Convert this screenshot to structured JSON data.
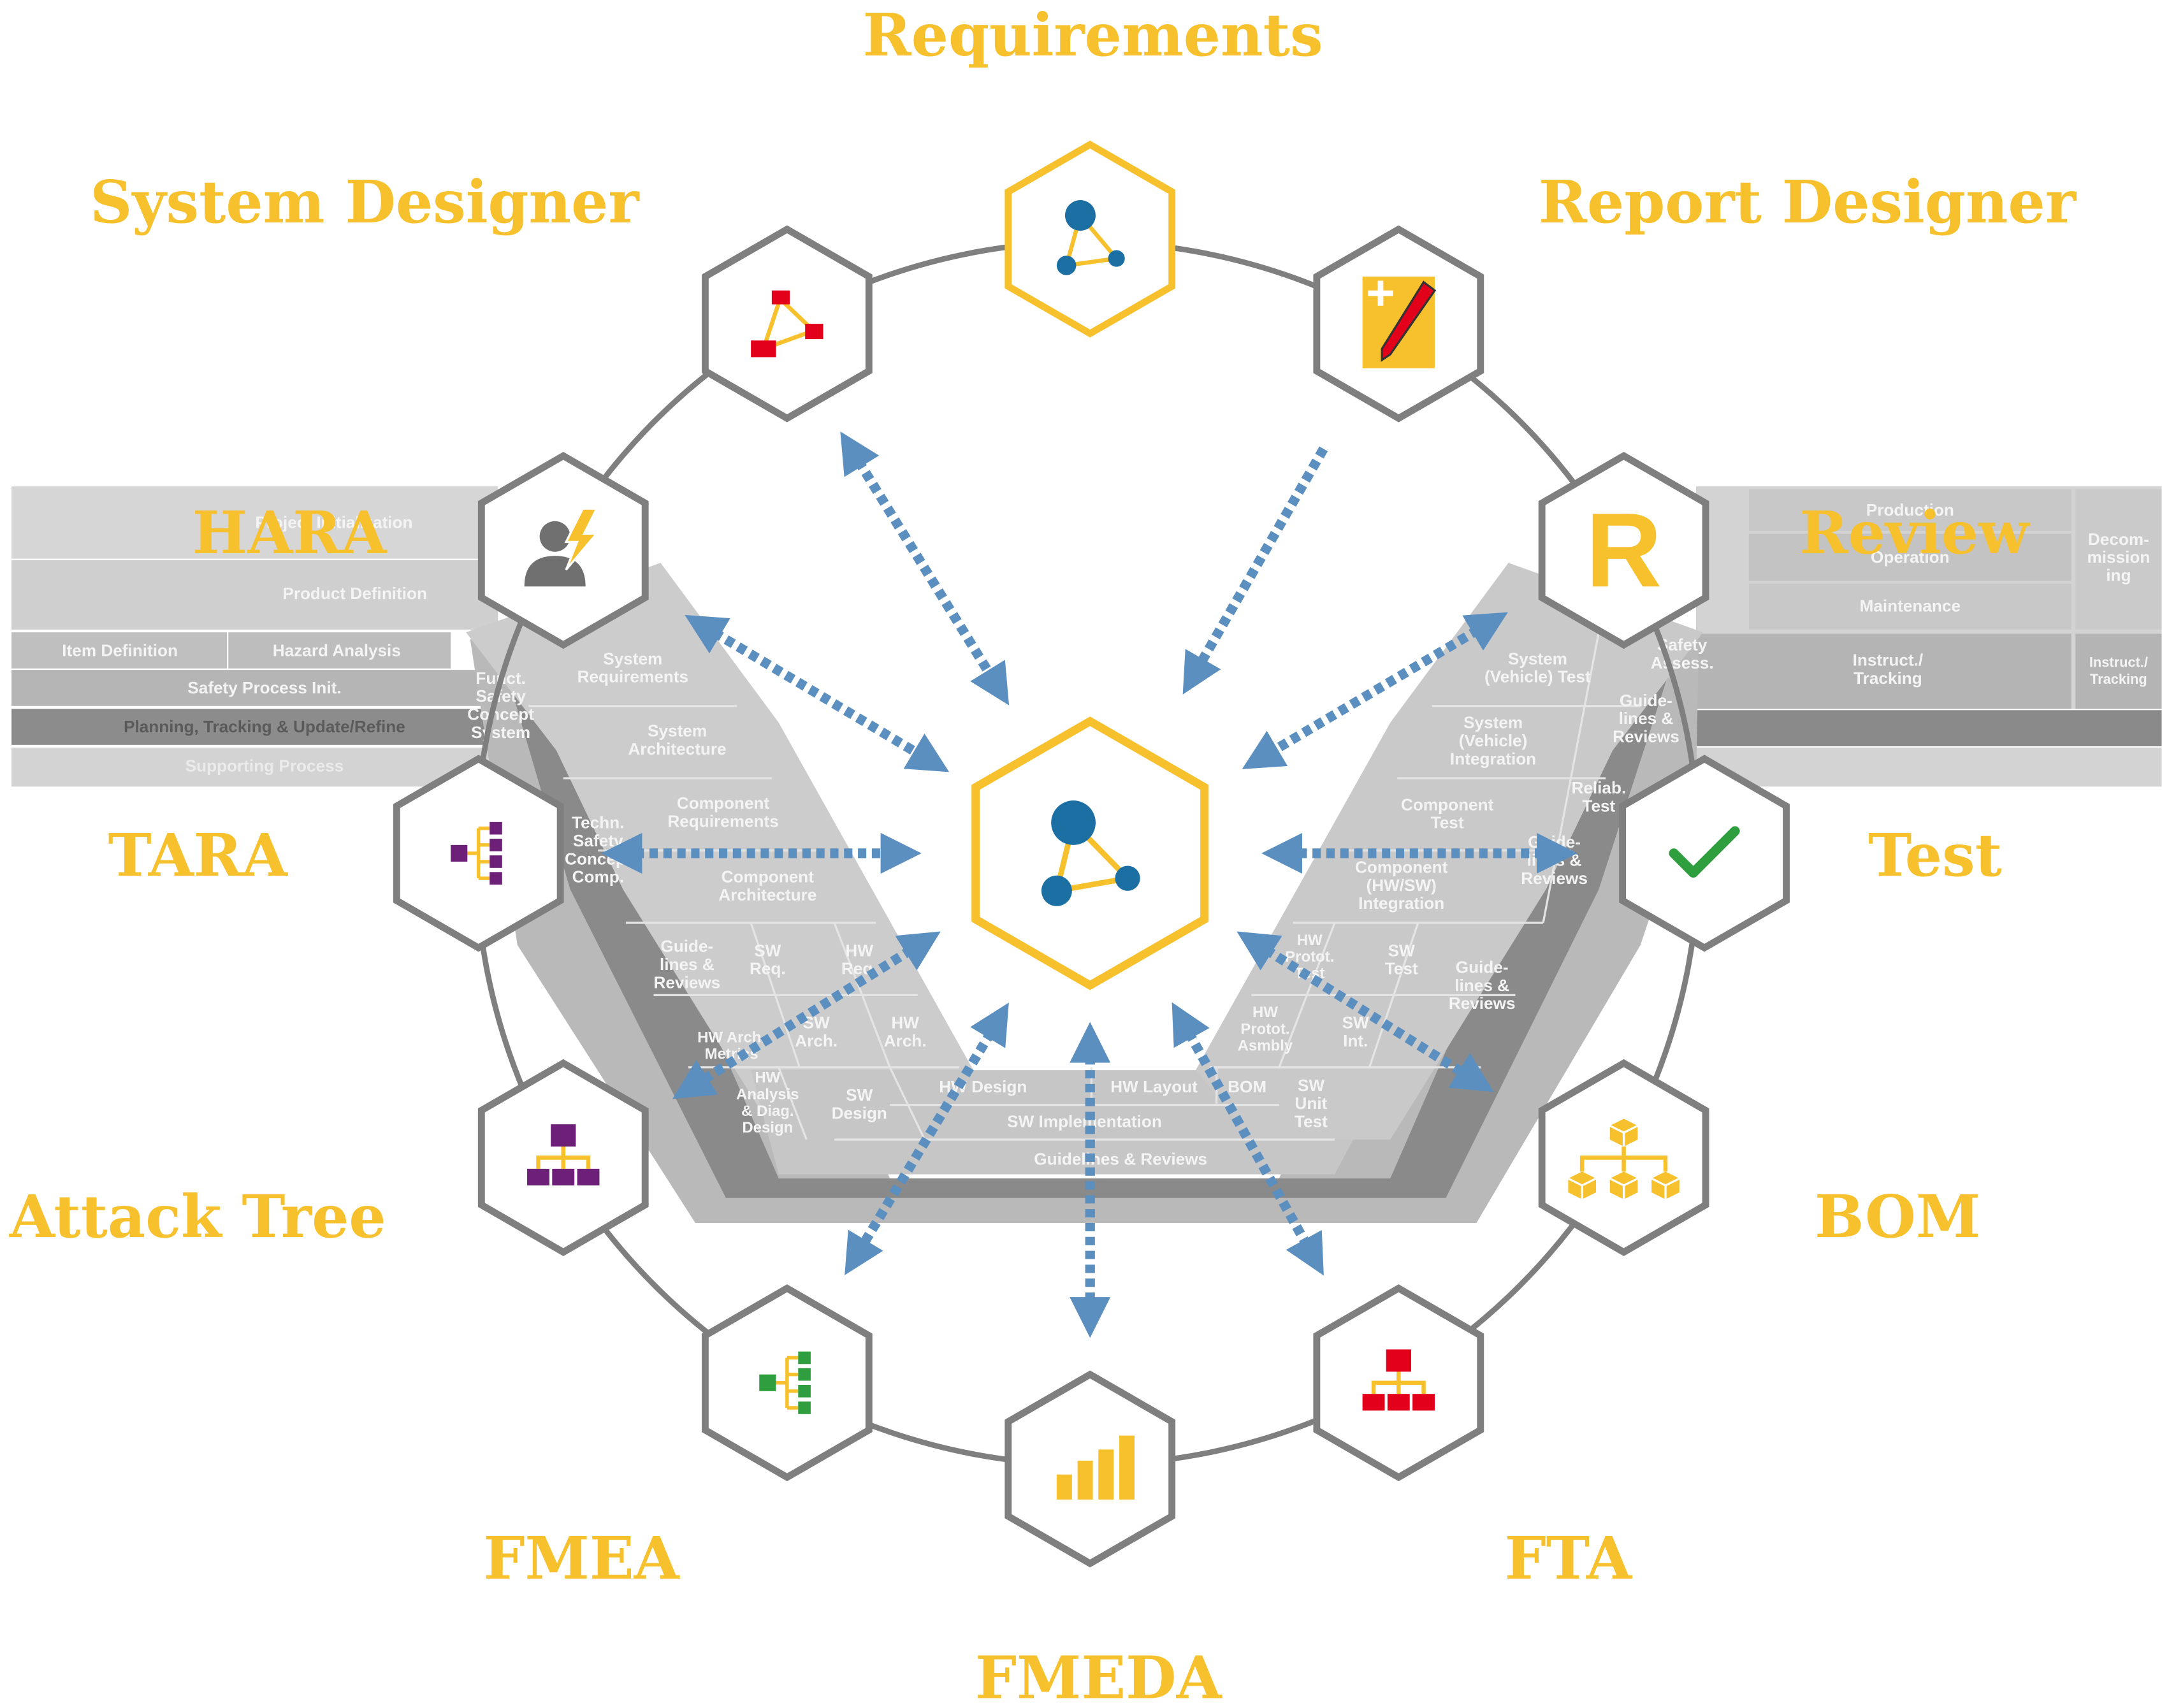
{
  "modules": [
    {
      "id": "requirements",
      "label": "Requirements",
      "icon": "requirements-network-icon"
    },
    {
      "id": "system_designer",
      "label": "System Designer",
      "icon": "system-designer-network-icon"
    },
    {
      "id": "report_designer",
      "label": "Report Designer",
      "icon": "report-designer-pencil-icon"
    },
    {
      "id": "hara",
      "label": "HARA",
      "icon": "hara-person-lightning-icon"
    },
    {
      "id": "review",
      "label": "Review",
      "icon": "review-r-icon"
    },
    {
      "id": "tara",
      "label": "TARA",
      "icon": "tara-tree-icon"
    },
    {
      "id": "test",
      "label": "Test",
      "icon": "test-checkmark-icon"
    },
    {
      "id": "attack_tree",
      "label": "Attack Tree",
      "icon": "attack-tree-hierarchy-icon"
    },
    {
      "id": "bom",
      "label": "BOM",
      "icon": "bom-cubes-icon"
    },
    {
      "id": "fmea",
      "label": "FMEA",
      "icon": "fmea-tree-icon"
    },
    {
      "id": "fta",
      "label": "FTA",
      "icon": "fta-hierarchy-icon"
    },
    {
      "id": "fmeda",
      "label": "FMEDA",
      "icon": "fmeda-bar-chart-icon"
    }
  ],
  "center": {
    "icon": "central-network-icon"
  },
  "review_icon_letter": "R",
  "vmodel": {
    "left_panel": {
      "project_initialization": "Project Initialization",
      "product_definition": "Product Definition",
      "item_definition": "Item Definition",
      "hazard_analysis": "Hazard Analysis",
      "safety_process_init": "Safety Process Init.",
      "planning_tracking": "Planning, Tracking & Update/Refine",
      "supporting_process": "Supporting Process"
    },
    "right_panel": {
      "production": "Production",
      "operation": "Operation",
      "maintenance": "Maintenance",
      "decommissioning": "Decom-\nmission\ning",
      "instruct_tracking_1": "Instruct./\nTracking",
      "instruct_tracking_2": "Instruct./\nTracking"
    },
    "left_arm": [
      {
        "key": "funct_safety",
        "text": "Funct.\nSafety\nConcept\nSystem"
      },
      {
        "key": "system_requirements",
        "text": "System\nRequirements"
      },
      {
        "key": "system_architecture",
        "text": "System\nArchitecture"
      },
      {
        "key": "techn_safety",
        "text": "Techn.\nSafety\nConcept\nComp."
      },
      {
        "key": "component_requirements",
        "text": "Component\nRequirements"
      },
      {
        "key": "component_architecture",
        "text": "Component\nArchitecture"
      },
      {
        "key": "guidelines_left",
        "text": "Guide-\nlines &\nReviews"
      },
      {
        "key": "sw_req",
        "text": "SW\nReq."
      },
      {
        "key": "hw_req",
        "text": "HW\nReq."
      },
      {
        "key": "hw_arch_metrics",
        "text": "HW Arch.\nMetrics"
      },
      {
        "key": "sw_arch",
        "text": "SW\nArch."
      },
      {
        "key": "hw_arch",
        "text": "HW\nArch."
      },
      {
        "key": "hw_analysis",
        "text": "HW\nAnalysis\n& Diag.\nDesign"
      },
      {
        "key": "sw_design",
        "text": "SW\nDesign"
      }
    ],
    "bottom": {
      "hw_design": "HW Design",
      "hw_layout": "HW Layout",
      "bom": "BOM",
      "sw_implementation": "SW Implementation",
      "guidelines_bottom": "Guidelines & Reviews"
    },
    "right_arm": [
      {
        "key": "system_vehicle_test",
        "text": "System\n(Vehicle) Test"
      },
      {
        "key": "safety_assess",
        "text": "Safety\nAssess."
      },
      {
        "key": "guidelines_r1",
        "text": "Guide-\nlines &\nReviews"
      },
      {
        "key": "system_vehicle_integration",
        "text": "System\n(Vehicle)\nIntegration"
      },
      {
        "key": "component_test",
        "text": "Component\nTest"
      },
      {
        "key": "reliab_test",
        "text": "Reliab.\nTest"
      },
      {
        "key": "component_hwsw_integration",
        "text": "Component\n(HW/SW)\nIntegration"
      },
      {
        "key": "guidelines_r2",
        "text": "Guide-\nlines &\nReviews"
      },
      {
        "key": "hw_protot_test",
        "text": "HW\nProtot.\nTest"
      },
      {
        "key": "sw_test",
        "text": "SW\nTest"
      },
      {
        "key": "guidelines_r3",
        "text": "Guide-\nlines &\nReviews"
      },
      {
        "key": "hw_protot_asmbly",
        "text": "HW\nProtot.\nAsmbly"
      },
      {
        "key": "sw_int",
        "text": "SW\nInt."
      },
      {
        "key": "sw_unit_test",
        "text": "SW\nUnit\nTest"
      }
    ]
  },
  "colors": {
    "accent_yellow": "#f6c12c",
    "hex_grey": "#7f7f7f",
    "arrow_blue": "#5b8fc0",
    "network_blue": "#1b6fa3",
    "red": "#e3001b",
    "purple": "#6c2077",
    "green": "#2e9e3e",
    "vmodel_grey": "#b3b3b3"
  }
}
